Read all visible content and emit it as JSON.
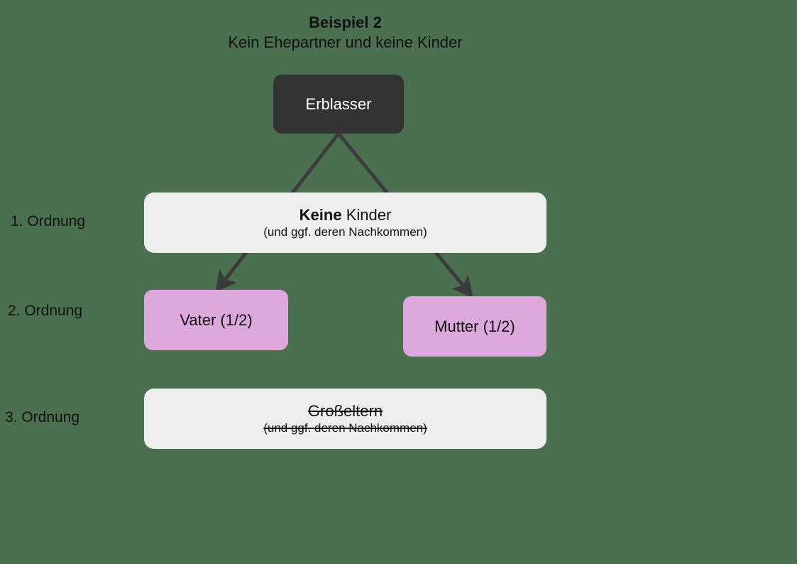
{
  "page": {
    "background_color": "#4a7050"
  },
  "header": {
    "title": "Beispiel 2",
    "subtitle": "Kein Ehepartner und keine Kinder"
  },
  "diagram": {
    "root": {
      "label": "Erblasser",
      "fill": "#333333",
      "text_color": "#ffffff"
    },
    "order_labels": [
      {
        "text": "1. Ordnung"
      },
      {
        "text": "2. Ordnung"
      },
      {
        "text": "3. Ordnung"
      }
    ],
    "rows": {
      "first_order": {
        "primary_bold": "Keine",
        "primary_rest": " Kinder",
        "secondary": "(und ggf. deren Nachkommen)",
        "fill": "#eeeeee",
        "struck": false
      },
      "second_order": {
        "father": "Vater (1/2)",
        "mother": "Mutter (1/2)",
        "fill": "#dda9dd"
      },
      "third_order": {
        "primary": "Großeltern",
        "secondary": "(und ggf. deren Nachkommen)",
        "fill": "#eeeeee",
        "struck": true
      }
    },
    "connectors": {
      "color": "#3b3b3b",
      "from": "Erblasser",
      "to": [
        "Vater (1/2)",
        "Mutter (1/2)"
      ]
    }
  }
}
